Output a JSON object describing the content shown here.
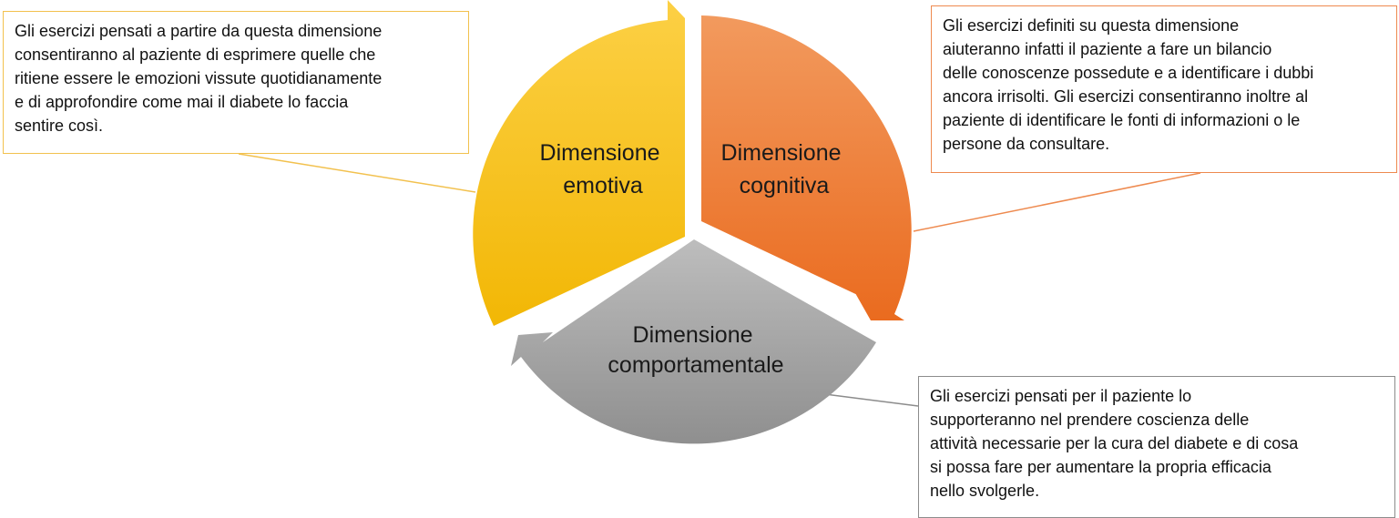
{
  "segments": {
    "emotive": {
      "line1": "Dimensione",
      "line2": "emotiva",
      "color_light": "#fcd045",
      "color_dark": "#f2b705"
    },
    "cognitive": {
      "line1": "Dimensione",
      "line2": "cognitiva",
      "color_light": "#f29a5e",
      "color_dark": "#ea6b1f"
    },
    "behavioral": {
      "line1": "Dimensione",
      "line2": "comportamentale",
      "color_light": "#bdbdbd",
      "color_dark": "#8f8f8f"
    }
  },
  "callouts": {
    "emotive": "Gli esercizi pensati a partire da questa dimensione\nconsentiranno al paziente di esprimere quelle che\nritiene essere le emozioni vissute quotidianamente\ne di approfondire come mai il diabete lo faccia\nsentire così.",
    "cognitive": "Gli esercizi definiti su questa dimensione\naiuteranno infatti il paziente a fare un bilancio\ndelle conoscenze possedute e a identificare i dubbi\nancora irrisolti. Gli esercizi consentiranno inoltre al\npaziente di identificare le fonti di informazioni o le\npersone da consultare.",
    "behavioral": "Gli esercizi pensati per il paziente lo\nsupporteranno nel prendere coscienza delle\nattività necessarie per la cura del diabete e di cosa\nsi possa fare per aumentare la propria efficacia\nnello svolgerle."
  }
}
